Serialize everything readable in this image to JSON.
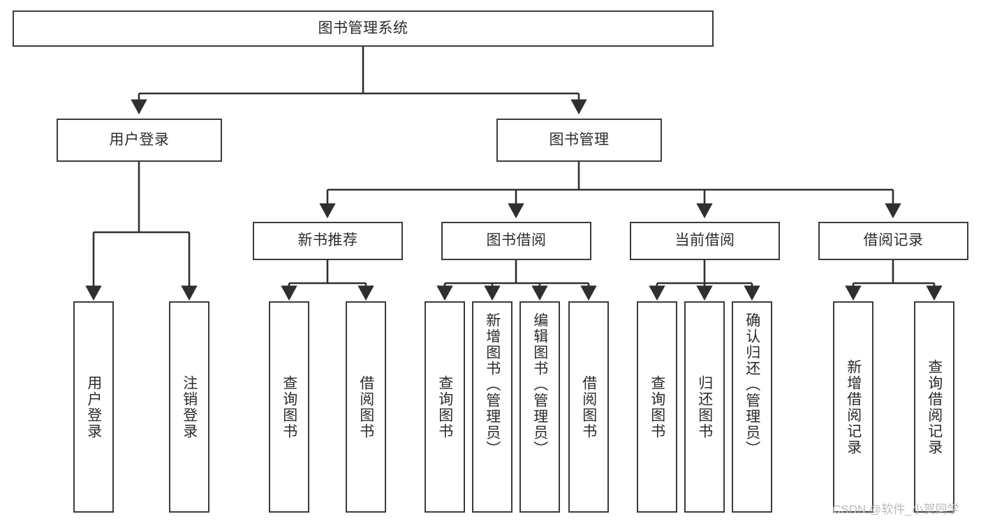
{
  "diagram": {
    "title": "图书管理系统",
    "type": "hierarchy-tree",
    "colors": {
      "box_border": "#3b3b3b",
      "box_fill": "#ffffff",
      "connector": "#2f2f2f",
      "text": "#2b2b2b",
      "watermark": "#b9b9b9"
    },
    "levels": {
      "root": {
        "label": "图书管理系统"
      },
      "level2": [
        {
          "id": "user-login",
          "label": "用户登录"
        },
        {
          "id": "book-management",
          "label": "图书管理"
        }
      ],
      "level3": [
        {
          "id": "new-book-recommend",
          "label": "新书推荐"
        },
        {
          "id": "book-borrow",
          "label": "图书借阅"
        },
        {
          "id": "current-borrow",
          "label": "当前借阅"
        },
        {
          "id": "borrow-record",
          "label": "借阅记录"
        }
      ],
      "leaves": [
        {
          "id": "leaf-user-login",
          "label": "用户登录",
          "parent": "user-login"
        },
        {
          "id": "leaf-logout-login",
          "label": "注销登录",
          "parent": "user-login"
        },
        {
          "id": "leaf-query-book-1",
          "label": "查询图书",
          "parent": "new-book-recommend"
        },
        {
          "id": "leaf-borrow-book-1",
          "label": "借阅图书",
          "parent": "new-book-recommend"
        },
        {
          "id": "leaf-query-book-2",
          "label": "查询图书",
          "parent": "book-borrow"
        },
        {
          "id": "leaf-add-book",
          "label": "新增图书（管理员）",
          "parent": "book-borrow"
        },
        {
          "id": "leaf-edit-book",
          "label": "编辑图书（管理员）",
          "parent": "book-borrow"
        },
        {
          "id": "leaf-borrow-book-2",
          "label": "借阅图书",
          "parent": "book-borrow"
        },
        {
          "id": "leaf-query-book-3",
          "label": "查询图书",
          "parent": "current-borrow"
        },
        {
          "id": "leaf-return-book",
          "label": "归还图书",
          "parent": "current-borrow"
        },
        {
          "id": "leaf-confirm-return",
          "label": "确认归还（管理员）",
          "parent": "current-borrow"
        },
        {
          "id": "leaf-add-record",
          "label": "新增借阅记录",
          "parent": "borrow-record"
        },
        {
          "id": "leaf-query-record",
          "label": "查询借阅记录",
          "parent": "borrow-record"
        }
      ]
    },
    "watermark": "CSDN @软件_小贺同学"
  }
}
